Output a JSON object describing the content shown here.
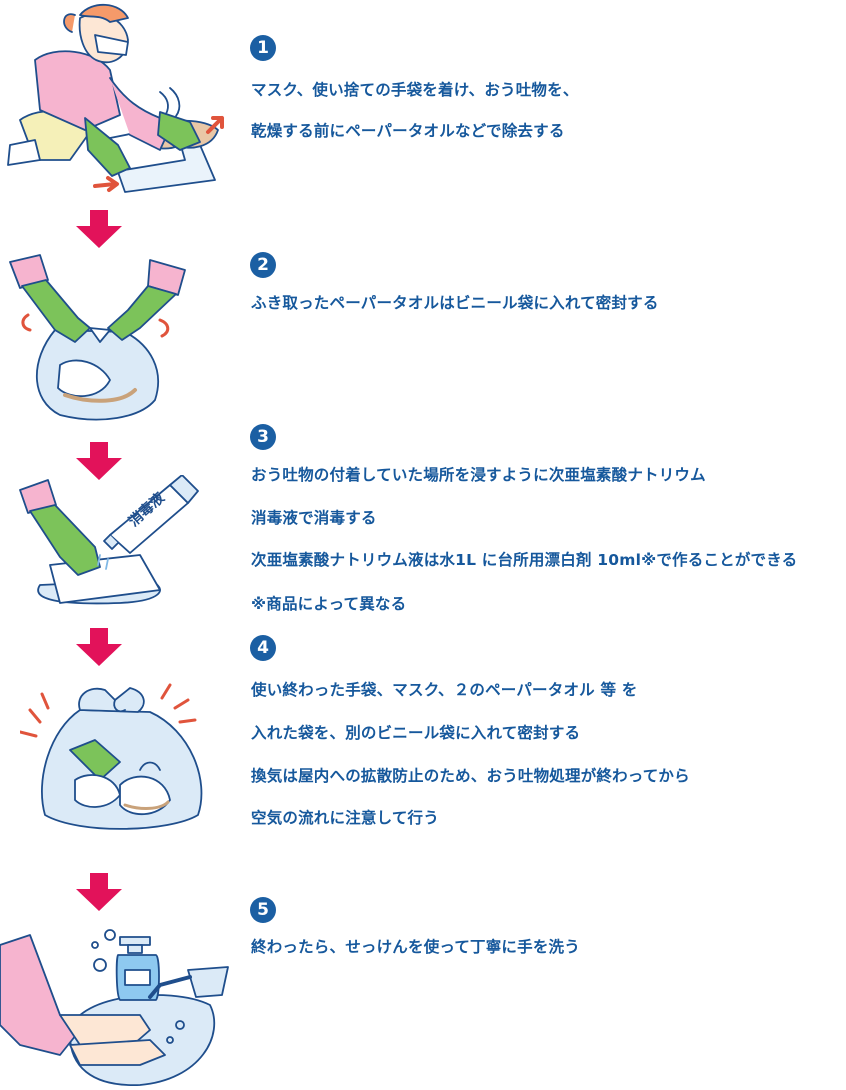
{
  "steps": [
    {
      "number": "1",
      "lines": [
        "マスク、使い捨ての手袋を着け、おう吐物を、",
        "乾燥する前にペーパータオルなどで除去する"
      ]
    },
    {
      "number": "2",
      "lines": [
        "ふき取ったペーパータオルはビニール袋に入れて密封する"
      ]
    },
    {
      "number": "3",
      "lines": [
        "おう吐物の付着していた場所を浸すように次亜塩素酸ナトリウム",
        "消毒液で消毒する",
        "次亜塩素酸ナトリウム液は水1L に台所用漂白剤 10ml※で作ることができる",
        "※商品によって異なる"
      ]
    },
    {
      "number": "4",
      "lines": [
        "使い終わった手袋、マスク、２のペーパータオル 等 を",
        "入れた袋を、別のビニール袋に入れて密封する",
        "換気は屋内への拡散防止のため、おう吐物処理が終わってから",
        "空気の流れに注意して行う"
      ]
    },
    {
      "number": "5",
      "lines": [
        "終わったら、せっけんを使って丁寧に手を洗う"
      ]
    }
  ],
  "bottle_label": "消毒液",
  "colors": {
    "text": "#16589c",
    "badge": "#1b5fa3",
    "arrow": "#e2125a",
    "glove": "#7cc35a",
    "sleeve": "#f1a6c8",
    "bag": "#dbeaf7",
    "outline": "#1f4e8c"
  }
}
